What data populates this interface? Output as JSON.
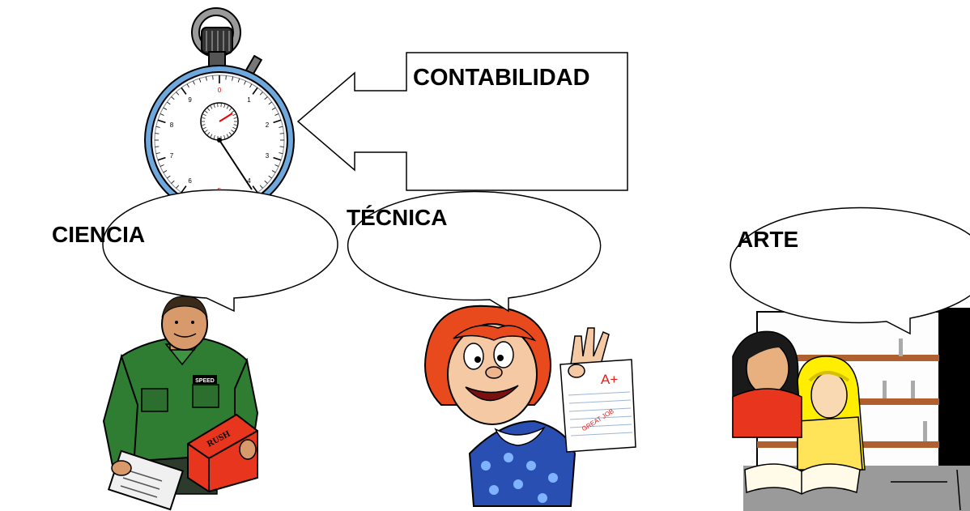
{
  "labels": {
    "contabilidad": "CONTABILIDAD",
    "ciencia": "CIENCIA",
    "tecnica": "TÉCNICA",
    "arte": "ARTE"
  },
  "clipart": {
    "package_text": "RUSH",
    "shirt_patch_text": "SPEED",
    "paper_grade": "A+",
    "paper_note": "GREAT JOB"
  },
  "stopwatch": {
    "dial_numbers": [
      "0",
      "1",
      "2",
      "3",
      "4",
      "5",
      "6",
      "7",
      "8",
      "9"
    ]
  },
  "colors": {
    "worker_shirt": "#2e7d32",
    "package": "#e8351e",
    "girl_hair": "#e84a1e",
    "girl_dress": "#2a4fb3",
    "watch_bezel": "#6fa8dc",
    "blonde_hair": "#ffee00",
    "dark_hair": "#1a1a1a"
  }
}
